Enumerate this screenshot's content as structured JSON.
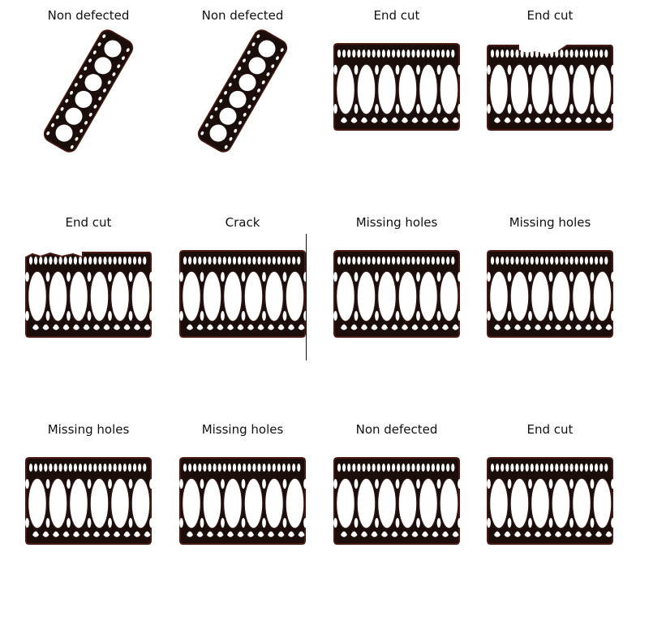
{
  "colors": {
    "gasket_body": "#1a0d0a",
    "gasket_rim": "#4a1a12",
    "hole_fill": "#ffffff",
    "label_text": "#111111"
  },
  "cells": [
    {
      "label": "Non defected",
      "type": "diagonal"
    },
    {
      "label": "Non defected",
      "type": "diagonal"
    },
    {
      "label": "End cut",
      "type": "gasket"
    },
    {
      "label": "End cut",
      "type": "gasket-endcut-top"
    },
    {
      "label": "End cut",
      "type": "gasket-endcut-left"
    },
    {
      "label": "Crack",
      "type": "gasket"
    },
    {
      "label": "Missing holes",
      "type": "gasket"
    },
    {
      "label": "Missing holes",
      "type": "gasket"
    },
    {
      "label": "Missing holes",
      "type": "gasket"
    },
    {
      "label": "Missing holes",
      "type": "gasket"
    },
    {
      "label": "Non defected",
      "type": "gasket"
    },
    {
      "label": "End cut",
      "type": "gasket"
    }
  ]
}
